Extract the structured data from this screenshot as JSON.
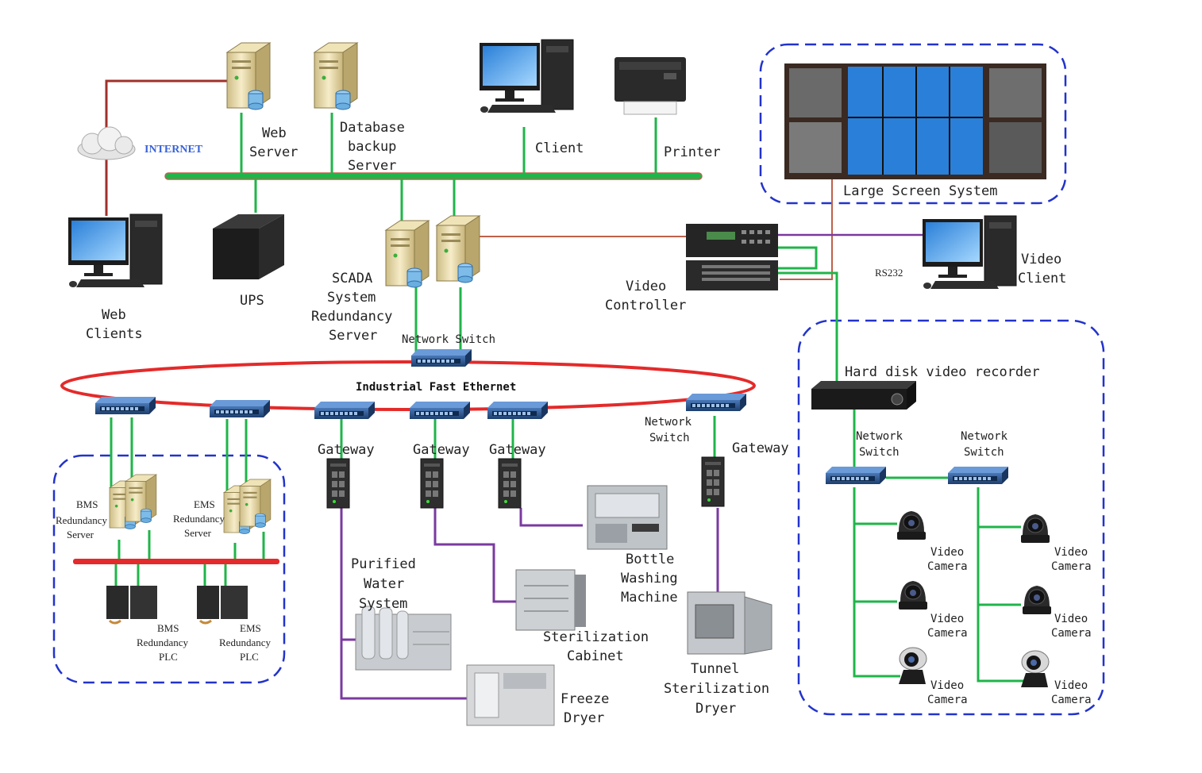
{
  "colors": {
    "internet_line": "#a0302a",
    "bus_green": "#1fb54a",
    "ethernet_ring": "#e42a2a",
    "device_line": "#7a3aa0",
    "group_border": "#2233cc",
    "video_link": "#c0604a"
  },
  "labels": {
    "internet": "INTERNET",
    "web_server": [
      "Web",
      "Server"
    ],
    "database_backup_server": [
      "Database",
      "backup",
      "Server"
    ],
    "client": "Client",
    "printer": "Printer",
    "large_screen_system": "Large Screen System",
    "web_clients": [
      "Web",
      "Clients"
    ],
    "ups": "UPS",
    "scada_server": [
      "SCADA",
      "System",
      "Redundancy",
      "Server"
    ],
    "video_controller": [
      "Video",
      "Controller"
    ],
    "rs232": "RS232",
    "video_client": [
      "Video",
      "Client"
    ],
    "network_switch_main": "Network Switch",
    "industrial_fast_ethernet": "Industrial Fast Ethernet",
    "hard_disk_video_recorder": "Hard disk video recorder",
    "network_switch": [
      "Network",
      "Switch"
    ],
    "gateway": "Gateway",
    "bms_redundancy_server": [
      "BMS",
      "Redundancy",
      "Server"
    ],
    "ems_redundancy_server": [
      "EMS",
      "Redundancy",
      "Server"
    ],
    "bms_redundancy_plc": [
      "BMS",
      "Redundancy",
      "PLC"
    ],
    "ems_redundancy_plc": [
      "EMS",
      "Redundancy",
      "PLC"
    ],
    "purified_water_system": [
      "Purified",
      "Water",
      "System"
    ],
    "bottle_washing_machine": [
      "Bottle",
      "Washing",
      "Machine"
    ],
    "sterilization_cabinet": [
      "Sterilization",
      "Cabinet"
    ],
    "freeze_dryer": [
      "Freeze",
      "Dryer"
    ],
    "tunnel_sterilization_dryer": [
      "Tunnel",
      "Sterilization",
      "Dryer"
    ],
    "video_camera": [
      "Video",
      "Camera"
    ]
  }
}
